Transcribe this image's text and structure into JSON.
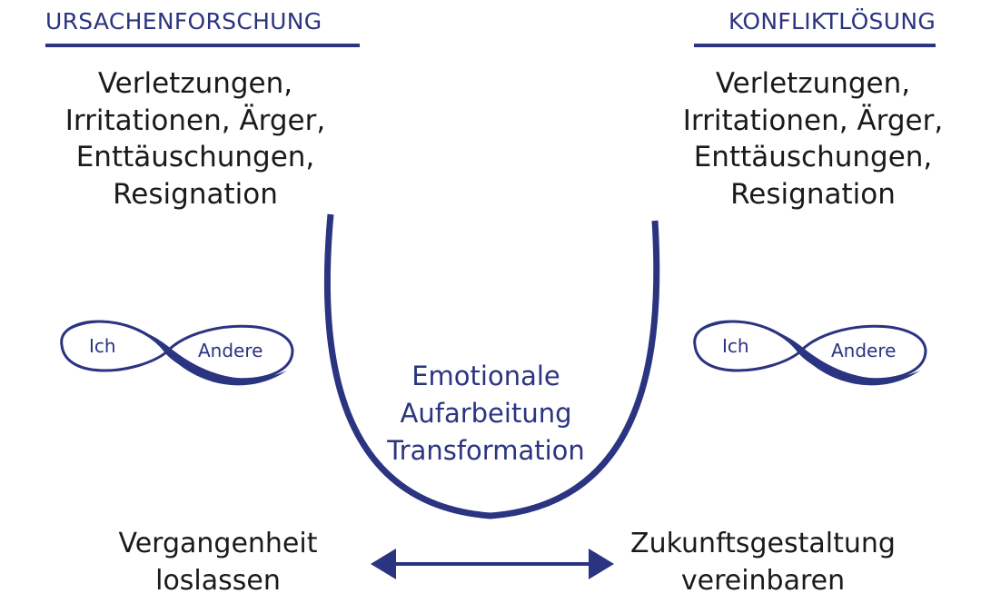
{
  "headings": {
    "left": "URSACHENFORSCHUNG",
    "right": "KONFLIKTLÖSUNG"
  },
  "issues": {
    "left": [
      "Verletzungen,",
      "Irritationen, Ärger,",
      "Enttäuschungen,",
      "Resignation"
    ],
    "right": [
      "Verletzungen,",
      "Irritationen, Ärger,",
      "Enttäuschungen,",
      "Resignation"
    ]
  },
  "infinity": {
    "left": {
      "self": "Ich",
      "other": "Andere"
    },
    "right": {
      "self": "Ich",
      "other": "Andere"
    }
  },
  "center": [
    "Emotionale",
    "Aufarbeitung",
    "Transformation"
  ],
  "bottom": {
    "left": [
      "Vergangenheit",
      "loslassen"
    ],
    "right": [
      "Zukunftsgestaltung",
      "vereinbaren"
    ]
  },
  "colors": {
    "accent": "#2b3480",
    "text": "#1a1a1a"
  }
}
